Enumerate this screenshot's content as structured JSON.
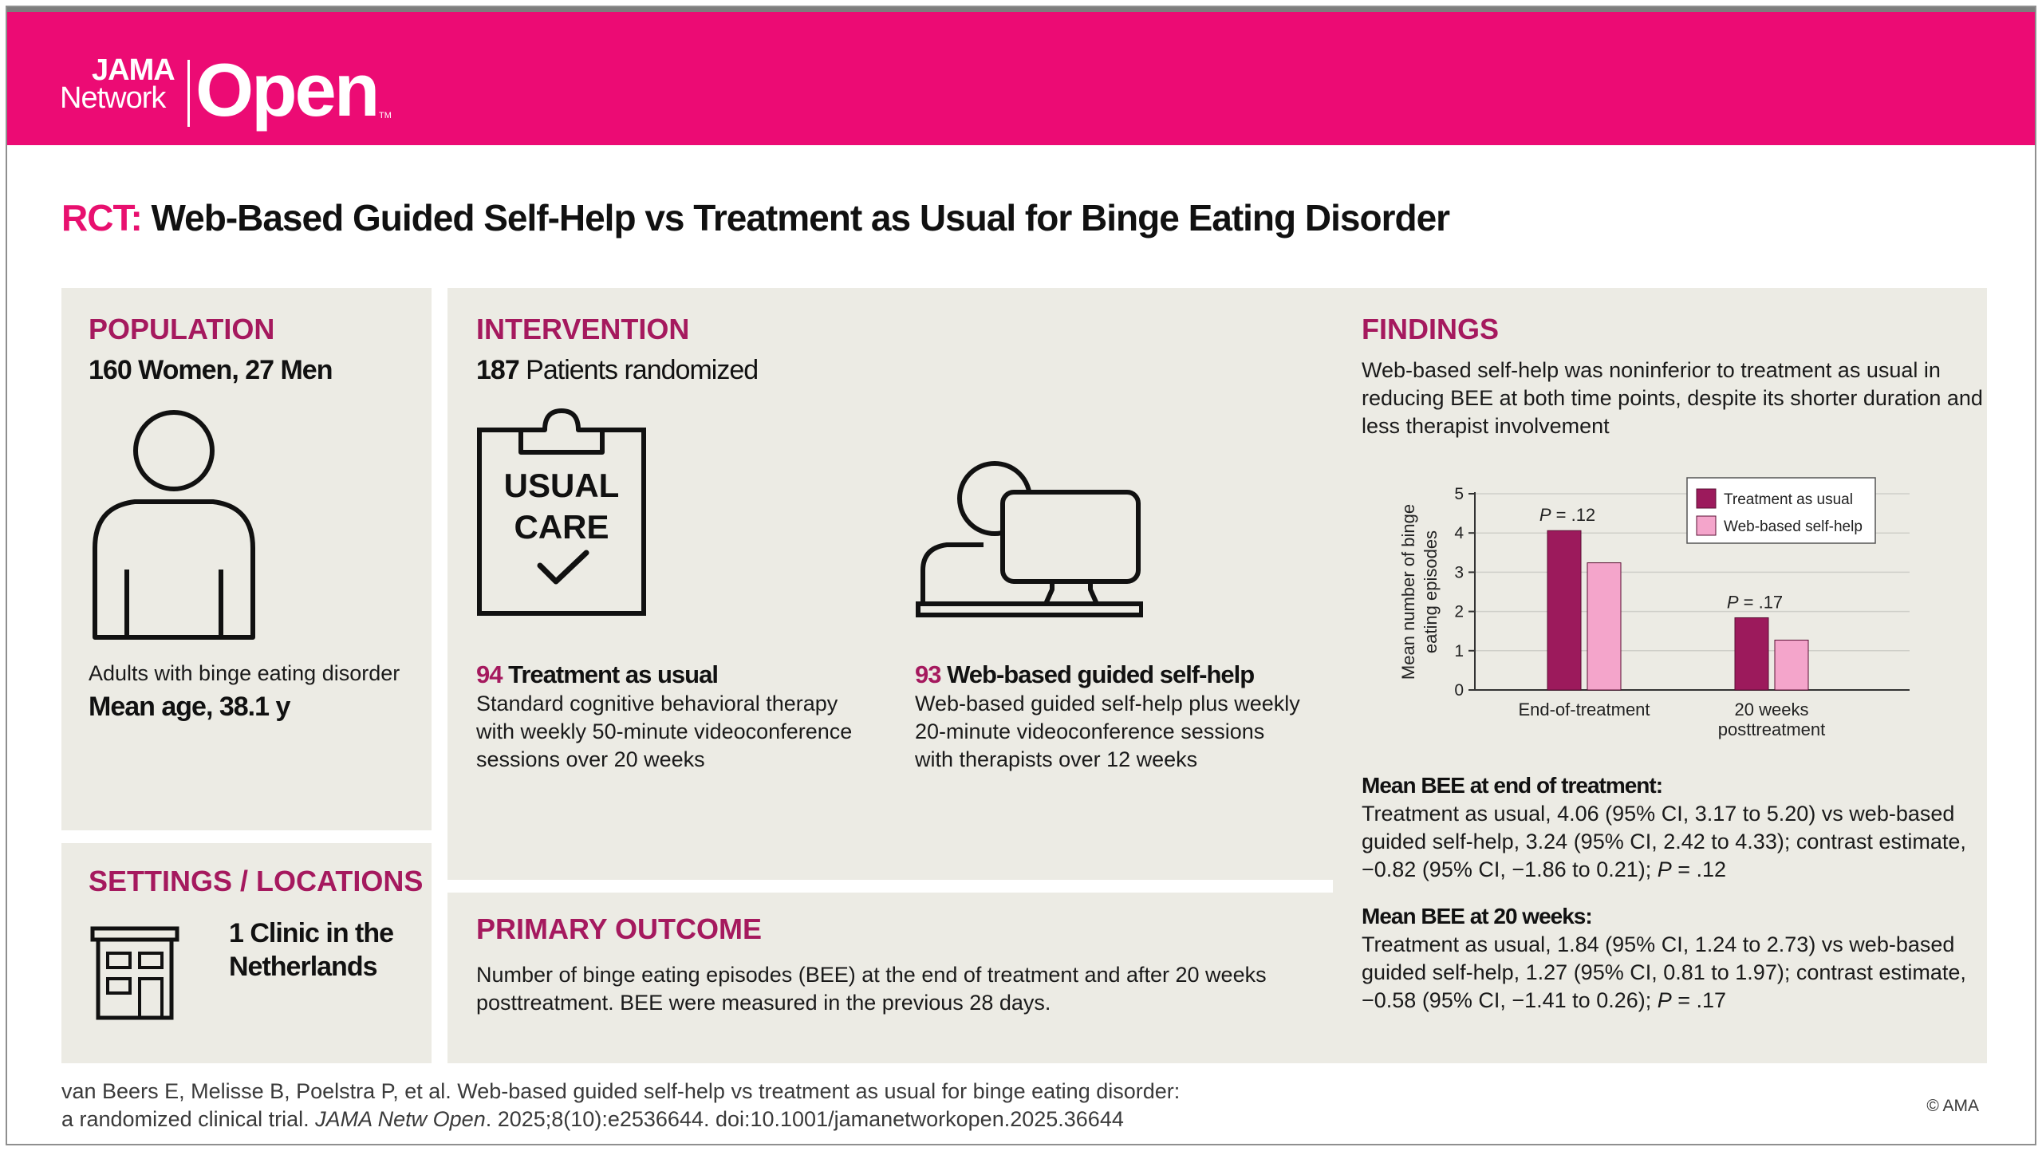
{
  "header": {
    "logo_jama": "JAMA",
    "logo_network": "Network",
    "logo_open": "Open",
    "logo_tm": "TM",
    "brand_color": "#ec0b74"
  },
  "title": {
    "tag": "RCT:",
    "text": "Web-Based Guided Self-Help vs Treatment as Usual for Binge Eating Disorder"
  },
  "population": {
    "heading": "POPULATION",
    "headline": "160 Women, 27 Men",
    "icon": "person-icon",
    "description": "Adults with binge eating disorder",
    "mean_age": "Mean age, 38.1 y"
  },
  "settings": {
    "heading": "SETTINGS / LOCATIONS",
    "icon": "building-icon",
    "line1": "1 Clinic in the",
    "line2": "Netherlands"
  },
  "intervention": {
    "heading": "INTERVENTION",
    "randomized_count": "187",
    "randomized_label": " Patients randomized",
    "arm1": {
      "icon": "clipboard-icon",
      "clipboard_line1": "USUAL",
      "clipboard_line2": "CARE",
      "count": "94",
      "label": " Treatment as usual",
      "desc1": "Standard cognitive behavioral therapy",
      "desc2": "with weekly 50-minute videoconference",
      "desc3": "sessions over 20 weeks"
    },
    "arm2": {
      "icon": "computer-user-icon",
      "count": "93",
      "label": " Web-based guided self-help",
      "desc1": "Web-based guided self-help plus weekly",
      "desc2": "20-minute videoconference sessions",
      "desc3": "with therapists over 12 weeks"
    }
  },
  "primary_outcome": {
    "heading": "PRIMARY OUTCOME",
    "line1": "Number of binge eating episodes (BEE) at the end of treatment and after 20 weeks",
    "line2": "posttreatment. BEE were measured in the previous 28 days."
  },
  "findings": {
    "heading": "FINDINGS",
    "summary1": "Web-based self-help was noninferior to treatment as usual in",
    "summary2": "reducing BEE at both time points, despite its shorter duration and",
    "summary3": "less therapist involvement",
    "bee_end": {
      "heading": "Mean BEE at end of treatment:",
      "line1": "Treatment as usual, 4.06 (95% CI, 3.17 to 5.20) vs web-based",
      "line2": "guided self-help, 3.24 (95% CI, 2.42 to 4.33); contrast estimate,",
      "line3": "−0.82 (95% CI, −1.86 to 0.21); ",
      "p_label": "P",
      "p_value": " = .12"
    },
    "bee_20": {
      "heading": "Mean BEE at 20 weeks:",
      "line1": "Treatment as usual, 1.84 (95% CI, 1.24 to 2.73) vs web-based",
      "line2": "guided self-help, 1.27 (95% CI, 0.81 to 1.97); contrast estimate,",
      "line3": "−0.58 (95% CI, −1.41 to 0.26); ",
      "p_label": "P",
      "p_value": " = .17"
    }
  },
  "chart_data": {
    "type": "bar",
    "categories": [
      "End-of-treatment",
      "20 weeks\nposttreatment"
    ],
    "series": [
      {
        "name": "Treatment as usual",
        "values": [
          4.06,
          1.84
        ],
        "color": "#9c1a5c"
      },
      {
        "name": "Web-based self-help",
        "values": [
          3.24,
          1.27
        ],
        "color": "#f4a5cb"
      }
    ],
    "annotations": [
      "P = .12",
      "P = .17"
    ],
    "ylabel": "Mean number of binge\neating episodes",
    "ylim": [
      0,
      5
    ],
    "yticks": [
      "0",
      "1",
      "2",
      "3",
      "4",
      "5"
    ],
    "grid": true,
    "legend": "top-right"
  },
  "citation": {
    "line1": "van Beers E, Melisse B, Poelstra P, et al. Web-based guided self-help vs treatment as usual for binge eating disorder:",
    "line2a": "a randomized clinical trial. ",
    "line2b": "JAMA Netw Open",
    "line2c": ". 2025;8(10):e2536644. doi:10.1001/jamanetworkopen.2025.36644"
  },
  "copyright": "© AMA"
}
